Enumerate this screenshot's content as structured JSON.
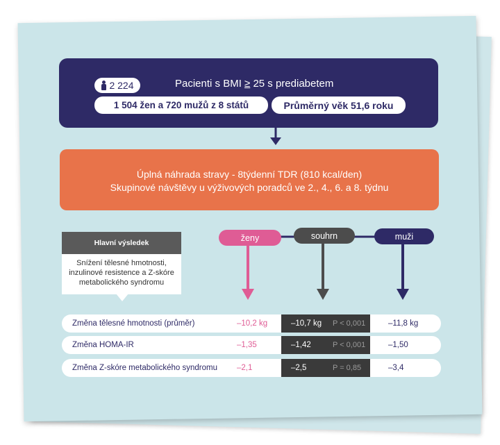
{
  "summary": {
    "patient_count": "2 224",
    "title_prefix": "Pacienti s BMI ",
    "title_ge": "≥",
    "title_suffix": " 25 s prediabetem",
    "women_men": "1 504 žen a 720 mužů z 8 států",
    "age": "Průměrný věk 51,6 roku"
  },
  "intervention": {
    "line1": "Úplná náhrada stravy - 8týdenní TDR (810 kcal/den)",
    "line2": "Skupinové návštěvy u výživových poradců ve 2., 4., 6. a 8. týdnu"
  },
  "groups": {
    "women": "ženy",
    "total": "souhrn",
    "men": "muži"
  },
  "main_result": {
    "heading": "Hlavní výsledek",
    "text_line1": "Snížení tělesné hmotnosti,",
    "text_line2": "inzulinové resistence a Z-skóre",
    "text_line3": "metabolického syndromu"
  },
  "results": [
    {
      "label": "Změna tělesné hmotnosti (průměr)",
      "women": "–10,2 kg",
      "total": "–10,7 kg",
      "p": "P < 0,001",
      "men": "–11,8 kg"
    },
    {
      "label": "Změna HOMA-IR",
      "women": "–1,35",
      "total": "–1,42",
      "p": "P < 0,001",
      "men": "–1,50"
    },
    {
      "label": "Změna Z-skóre metabolického syndromu",
      "women": "–2,1",
      "total": "–2,5",
      "p": "P = 0,85",
      "men": "–3,4"
    }
  ],
  "colors": {
    "navy": "#2e2a66",
    "orange": "#e8734a",
    "pink": "#df5c95",
    "gray": "#4c4c4c",
    "background": "#cbe5e9"
  }
}
